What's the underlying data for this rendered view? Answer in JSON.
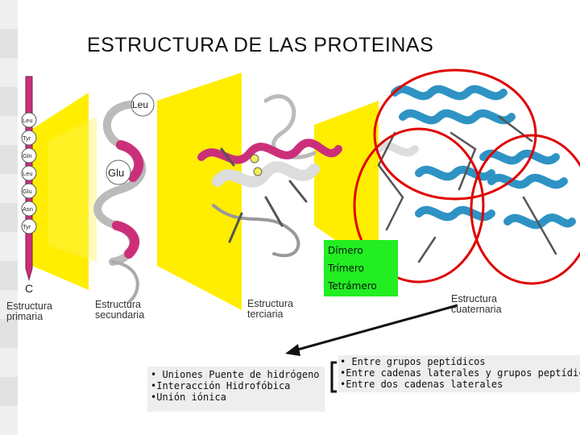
{
  "slide": {
    "title": "ESTRUCTURA DE LAS PROTEINAS"
  },
  "figure": {
    "chain_labels": [
      "Leu",
      "Tyr",
      "Gln",
      "Leu",
      "Glu",
      "Asn",
      "Tyr"
    ],
    "chain_end": "C",
    "secondary_labels": {
      "top": "Leu",
      "middle": "Glu"
    },
    "captions": {
      "primary": [
        "Estructura",
        "primaria"
      ],
      "secondary": [
        "Estructura",
        "secundaria"
      ],
      "tertiary": [
        "Estructura",
        "terciaria"
      ],
      "quaternary": [
        "Estructura",
        "cuaternaria"
      ]
    },
    "colors": {
      "yellow": "#ffee00",
      "helix_pink": "#cc2f7a",
      "helix_blue": "#2e93c4",
      "circle_red": "#e00000",
      "green_box": "#22ee22"
    }
  },
  "levels_box": {
    "items": [
      "Dímero",
      "Trímero",
      "Tetrámero"
    ]
  },
  "bonds_left": {
    "items": [
      "• Uniones Puente de hidrógeno",
      "•Interacción Hidrofóbica",
      "•Unión iónica"
    ]
  },
  "bonds_right": {
    "items": [
      "• Entre grupos peptídicos",
      "•Entre cadenas laterales y grupos peptídicos",
      "•Entre dos cadenas laterales"
    ]
  }
}
